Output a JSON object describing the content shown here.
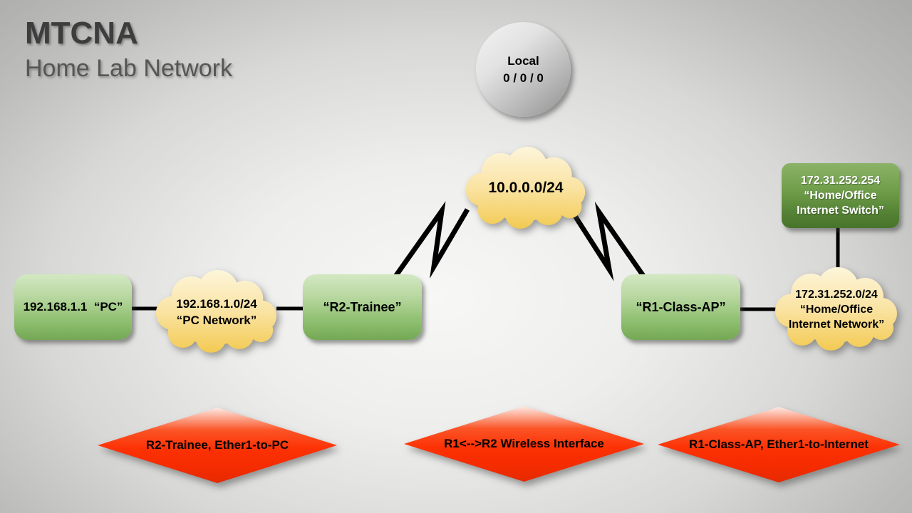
{
  "slide": {
    "title": "MTCNA",
    "subtitle": "Home Lab Network"
  },
  "local_node": {
    "line1": "Local",
    "line2": "0 / 0 / 0"
  },
  "nodes": {
    "pc": {
      "label": "192.168.1.1  “PC”"
    },
    "r2_trainee": {
      "label": "“R2-Trainee”"
    },
    "r1_class_ap": {
      "label": "“R1-Class-AP”"
    },
    "internet_switch": {
      "line1": "172.31.252.254",
      "line2": "“Home/Office",
      "line3": "Internet Switch”"
    }
  },
  "clouds": {
    "backbone": {
      "line1": "10.0.0.0/24"
    },
    "pc_network": {
      "line1": "192.168.1.0/24",
      "line2": "“PC Network”"
    },
    "internet_network": {
      "line1": "172.31.252.0/24",
      "line2": "“Home/Office",
      "line3": "Internet Network”"
    }
  },
  "interface_labels": {
    "left": "R2-Trainee, Ether1-to-PC",
    "middle": "R1<-->R2 Wireless Interface",
    "right": "R1-Class-AP, Ether1-to-Internet"
  },
  "colors": {
    "node_green_top": "#d3e8c3",
    "node_green_bottom": "#74a854",
    "switch_green_top": "#8cb368",
    "switch_green_bottom": "#47742b",
    "cloud_top": "#fdf6dc",
    "cloud_bottom": "#f2c94f",
    "diamond_red": "#fc3104",
    "line_black": "#000000",
    "title_gray": "#3d3d3d",
    "subtitle_gray": "#565656"
  }
}
